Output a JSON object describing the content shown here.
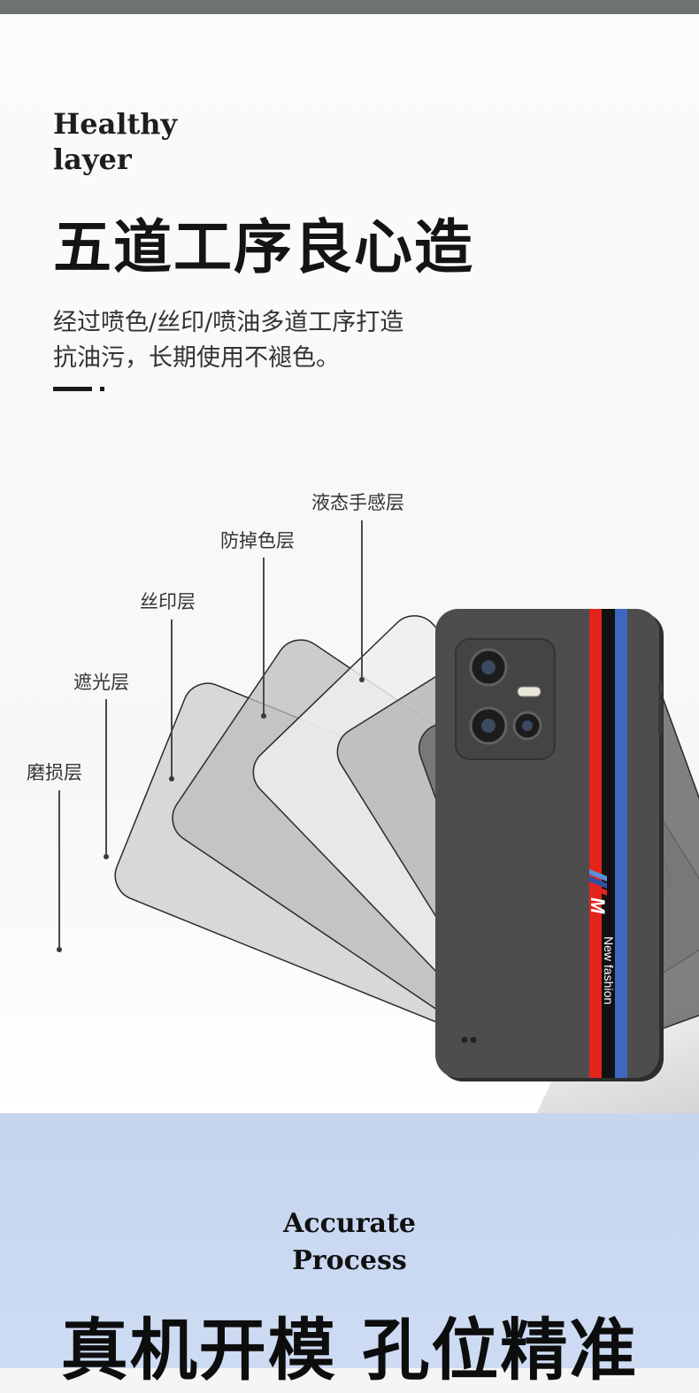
{
  "header": {
    "en_title_line1": "Healthy",
    "en_title_line2": "layer",
    "cn_title": "五道工序良心造",
    "desc_line1": "经过喷色/丝印/喷油多道工序打造",
    "desc_line2": "抗油污，长期使用不褪色。"
  },
  "layers": [
    {
      "label": "磨损层"
    },
    {
      "label": "遮光层"
    },
    {
      "label": "丝印层"
    },
    {
      "label": "防掉色层"
    },
    {
      "label": "液态手感层"
    }
  ],
  "phone_case": {
    "print_text": "New fashion",
    "stripe_colors": [
      "#e3231c",
      "#111111",
      "#3e68c0"
    ],
    "case_color": "#4d4d4d"
  },
  "footer": {
    "en_title_line1": "Accurate",
    "en_title_line2": "Process",
    "cn_title": "真机开模 孔位精准"
  },
  "colors": {
    "accent_blue_band": "#c8d7f1",
    "text_dark": "#141414"
  }
}
